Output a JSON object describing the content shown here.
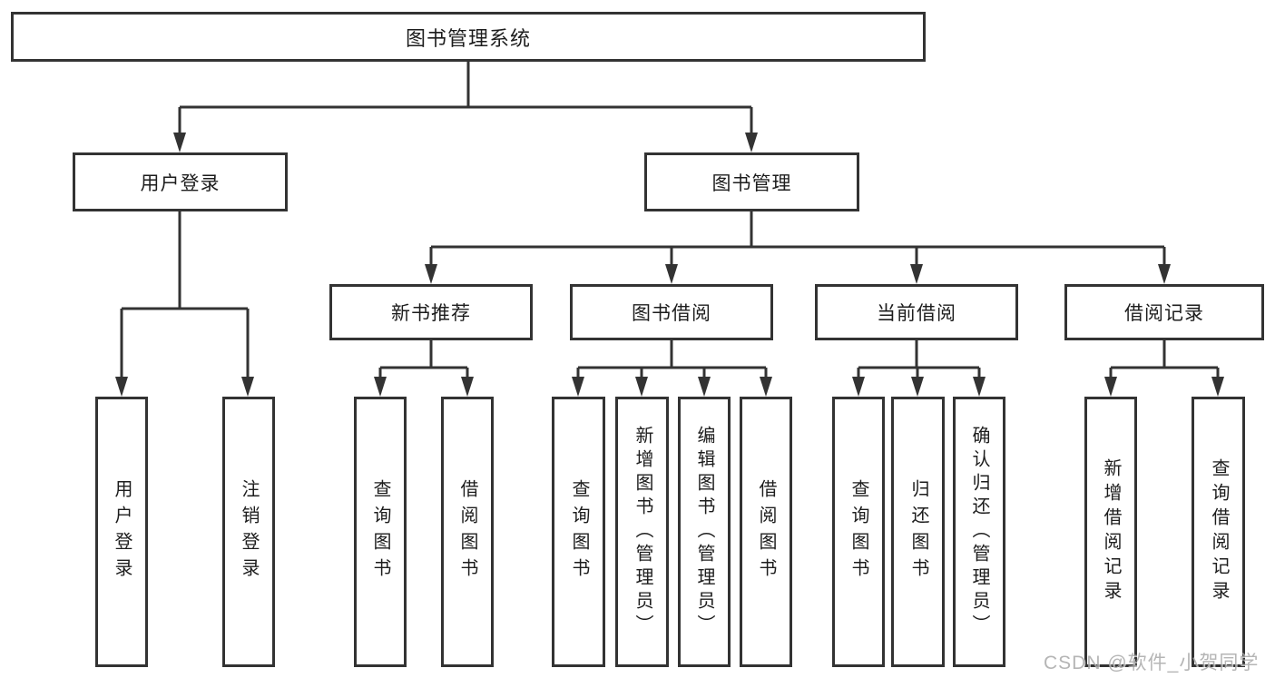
{
  "diagram_type": "tree",
  "colors": {
    "background": "#ffffff",
    "line": "#333333",
    "box_border": "#333333",
    "text": "#1d1d1d",
    "watermark": "#a9a9a9"
  },
  "tree": {
    "label": "图书管理系统",
    "children": [
      {
        "label": "用户登录",
        "children": [
          {
            "label": "用户登录"
          },
          {
            "label": "注销登录"
          }
        ]
      },
      {
        "label": "图书管理",
        "children": [
          {
            "label": "新书推荐",
            "children": [
              {
                "label": "查询图书"
              },
              {
                "label": "借阅图书"
              }
            ]
          },
          {
            "label": "图书借阅",
            "children": [
              {
                "label": "查询图书"
              },
              {
                "label": "新增图书（管理员）"
              },
              {
                "label": "编辑图书（管理员）"
              },
              {
                "label": "借阅图书"
              }
            ]
          },
          {
            "label": "当前借阅",
            "children": [
              {
                "label": "查询图书"
              },
              {
                "label": "归还图书"
              },
              {
                "label": "确认归还（管理员）"
              }
            ]
          },
          {
            "label": "借阅记录",
            "children": [
              {
                "label": "新增借阅记录"
              },
              {
                "label": "查询借阅记录"
              }
            ]
          }
        ]
      }
    ]
  },
  "watermark": "CSDN @软件_小贺同学"
}
